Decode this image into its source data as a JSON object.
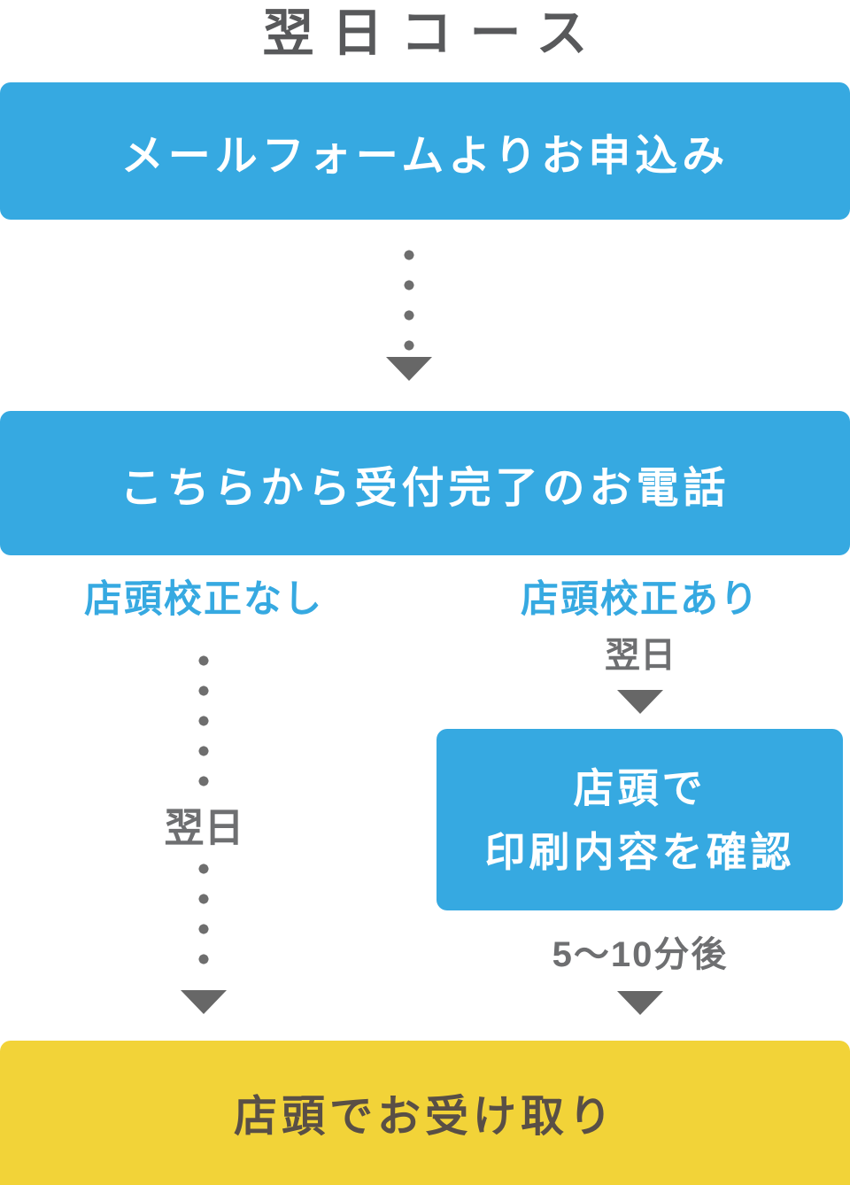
{
  "page": {
    "title": "翌日コース"
  },
  "flow": {
    "step1_label": "メールフォームよりお申込み",
    "step2_label": "こちらから受付完了のお電話",
    "left_branch": {
      "label": "店頭校正なし",
      "timing": "翌日"
    },
    "right_branch": {
      "label": "店頭校正あり",
      "timing": "翌日",
      "check_line1": "店頭で",
      "check_line2": "印刷内容を確認",
      "wait": "5〜10分後"
    },
    "final_label": "店頭でお受け取り"
  },
  "colors": {
    "accent_blue": "#36A9E1",
    "accent_yellow": "#F2D338",
    "title_gray": "#58595B",
    "note_gray": "#6E6F71",
    "arrow_gray": "#676767",
    "final_text_brown": "#594F46",
    "box_text_white": "#FFFFFF",
    "background": "#FFFFFF"
  }
}
